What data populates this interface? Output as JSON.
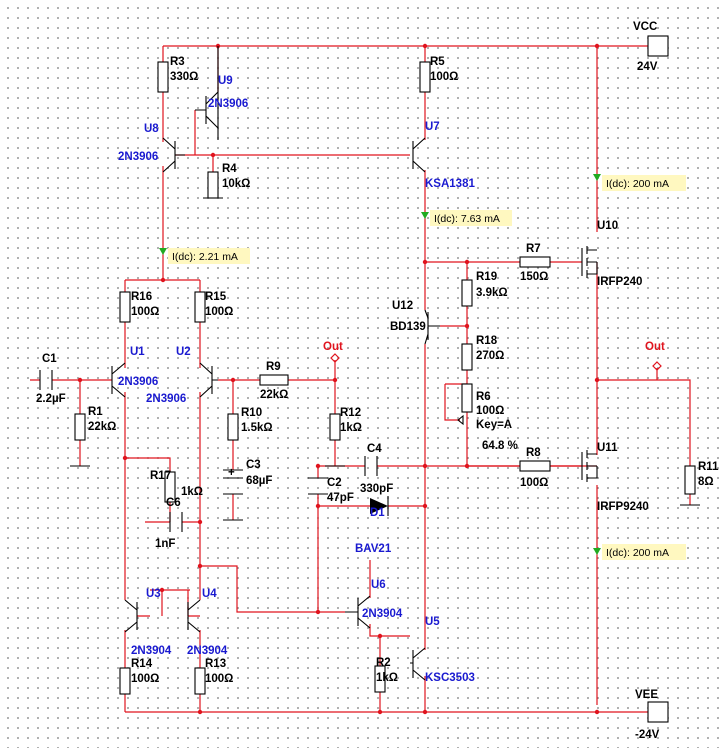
{
  "power": {
    "vcc": {
      "name": "VCC",
      "value": "24V"
    },
    "vee": {
      "name": "VEE",
      "value": "-24V"
    }
  },
  "resistors": {
    "R1": {
      "ref": "R1",
      "value": "22kΩ"
    },
    "R2": {
      "ref": "R2",
      "value": "1kΩ"
    },
    "R3": {
      "ref": "R3",
      "value": "330Ω"
    },
    "R4": {
      "ref": "R4",
      "value": "10kΩ"
    },
    "R5": {
      "ref": "R5",
      "value": "100Ω"
    },
    "R7": {
      "ref": "R7",
      "value": "150Ω"
    },
    "R8": {
      "ref": "R8",
      "value": "100Ω"
    },
    "R9": {
      "ref": "R9",
      "value": "22kΩ"
    },
    "R10": {
      "ref": "R10",
      "value": "1.5kΩ"
    },
    "R11": {
      "ref": "R11",
      "value": "8Ω"
    },
    "R12": {
      "ref": "R12",
      "value": "1kΩ"
    },
    "R13": {
      "ref": "R13",
      "value": "100Ω"
    },
    "R14": {
      "ref": "R14",
      "value": "100Ω"
    },
    "R15": {
      "ref": "R15",
      "value": "100Ω"
    },
    "R16": {
      "ref": "R16",
      "value": "100Ω"
    },
    "R17": {
      "ref": "R17",
      "value": "1kΩ"
    },
    "R18": {
      "ref": "R18",
      "value": "270Ω"
    },
    "R19": {
      "ref": "R19",
      "value": "3.9kΩ"
    }
  },
  "potentiometer": {
    "ref": "R6",
    "value": "100Ω",
    "key": "Key=A",
    "setting": "64.8 %"
  },
  "capacitors": {
    "C1": {
      "ref": "C1",
      "value": "2.2µF"
    },
    "C2": {
      "ref": "C2",
      "value": "47pF"
    },
    "C3": {
      "ref": "C3",
      "value": "68µF"
    },
    "C4": {
      "ref": "C4",
      "value": "330pF"
    },
    "C6": {
      "ref": "C6",
      "value": "1nF"
    }
  },
  "diode": {
    "ref": "D1",
    "value": "BAV21"
  },
  "transistors": {
    "U1": {
      "ref": "U1",
      "model": "2N3906"
    },
    "U2": {
      "ref": "U2",
      "model": "2N3906"
    },
    "U3": {
      "ref": "U3",
      "model": "2N3904"
    },
    "U4": {
      "ref": "U4",
      "model": "2N3904"
    },
    "U5": {
      "ref": "U5",
      "model": "KSC3503"
    },
    "U6": {
      "ref": "U6",
      "model": "2N3904"
    },
    "U7": {
      "ref": "U7",
      "model": "KSA1381"
    },
    "U8": {
      "ref": "U8",
      "model": "2N3906"
    },
    "U9": {
      "ref": "U9",
      "model": "2N3906"
    },
    "U10": {
      "ref": "U10",
      "model": "IRFP240"
    },
    "U11": {
      "ref": "U11",
      "model": "IRFP9240"
    },
    "U12": {
      "ref": "U12",
      "model": "BD139"
    }
  },
  "nets": {
    "out1": "Out",
    "out2": "Out"
  },
  "probes": {
    "p1": "I(dc): 2.21 mA",
    "p2": "I(dc): 7.63 mA",
    "p3": "I(dc): 200 mA",
    "p4": "I(dc): 200 mA"
  },
  "colors": {
    "wire": "#e0141e",
    "component": "#000000",
    "transistor_label": "#1a1ad0",
    "probe_bg": "#fff8c0",
    "probe_arrow": "#22aa22"
  }
}
